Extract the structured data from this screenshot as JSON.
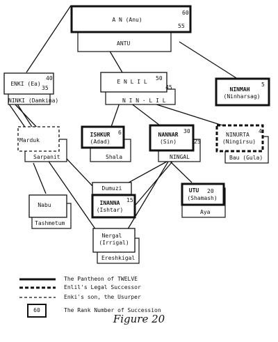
{
  "nodes": {
    "anu": {
      "name": "A N (Anu)",
      "rank": "60",
      "consort": "ANTU",
      "consort_rank": "55"
    },
    "enki": {
      "name": "ENKI (Ea)",
      "rank": "40",
      "consort": "NINKI (Damkina)",
      "consort_rank": "35"
    },
    "enlil": {
      "name": "E N L I L",
      "rank": "50",
      "consort": "N I N · L I L",
      "consort_rank": "45"
    },
    "ninmah": {
      "name": "NINMAH",
      "subname": "(Ninharsag)",
      "rank": "5"
    },
    "marduk": {
      "name": "Marduk",
      "consort": "Sarpanit"
    },
    "ishkur": {
      "name": "ISHKUR",
      "subname": "(Adad)",
      "rank": "6",
      "consort": "Shala"
    },
    "nannar": {
      "name": "NANNAR",
      "subname": "(Sin)",
      "rank": "30",
      "consort": "NINGAL",
      "consort_rank": "25"
    },
    "ninurta": {
      "name": "NINURTA",
      "subname": "(Ningirsu)",
      "rank": "4",
      "consort": "Bau (Gula)"
    },
    "dumuzi": {
      "name": "Dumuzi"
    },
    "inanna": {
      "name": "INANNA",
      "subname": "(Ishtar)",
      "rank": "15"
    },
    "utu": {
      "name": "UTU",
      "subname": "(Shamash)",
      "rank": "20",
      "consort": "Aya"
    },
    "nabu": {
      "name": "Nabu",
      "consort": "Tashmetum"
    },
    "nergal": {
      "name": "Nergal",
      "subname": "(Irrigal)",
      "consort": "Ereshkigal"
    }
  },
  "legend": {
    "twelve": "The Pantheon of TWELVE",
    "enlil_successor": "Enlil's Legal Successor",
    "enki_usurper": "Enki's son, the Usurper",
    "rank_box": "60",
    "rank_text": "The Rank Number of Succession"
  },
  "caption": "Figure 20"
}
